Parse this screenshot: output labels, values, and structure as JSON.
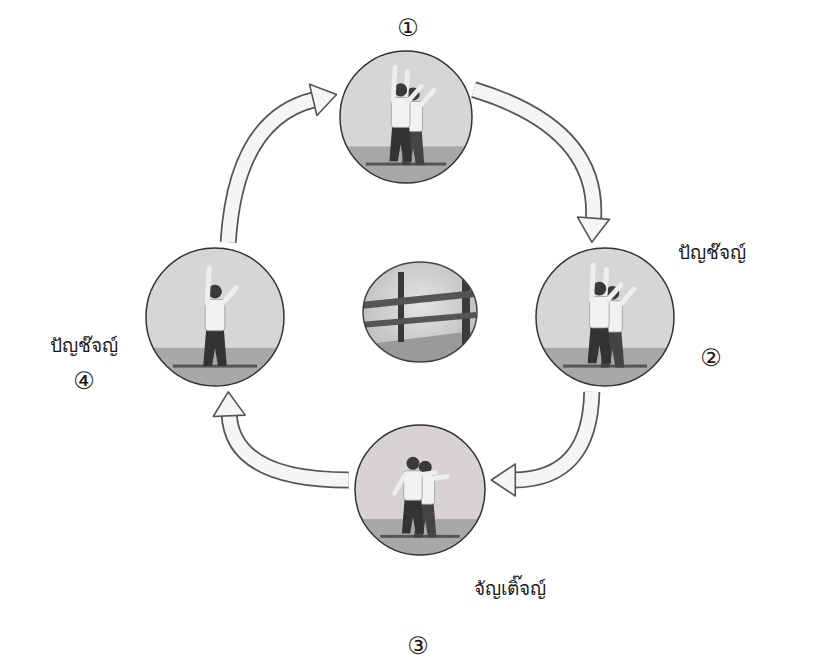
{
  "diagram": {
    "nodes": [
      {
        "text": [
          "①"
        ]
      },
      {
        "text": [
          "ปัญช๊จญ์",
          "②"
        ]
      },
      {
        "text": [
          "③",
          "จัญเติ๊จญ์"
        ]
      },
      {
        "text": [
          "ปัญช๊จญ์",
          "④"
        ]
      }
    ],
    "edges": [
      {
        "from": 0,
        "to": 1,
        "arrow": "to"
      },
      {
        "from": 1,
        "to": 2,
        "arrow": "to"
      },
      {
        "from": 2,
        "to": 3,
        "arrow": "to"
      },
      {
        "from": 3,
        "to": 0,
        "arrow": "to"
      }
    ]
  }
}
